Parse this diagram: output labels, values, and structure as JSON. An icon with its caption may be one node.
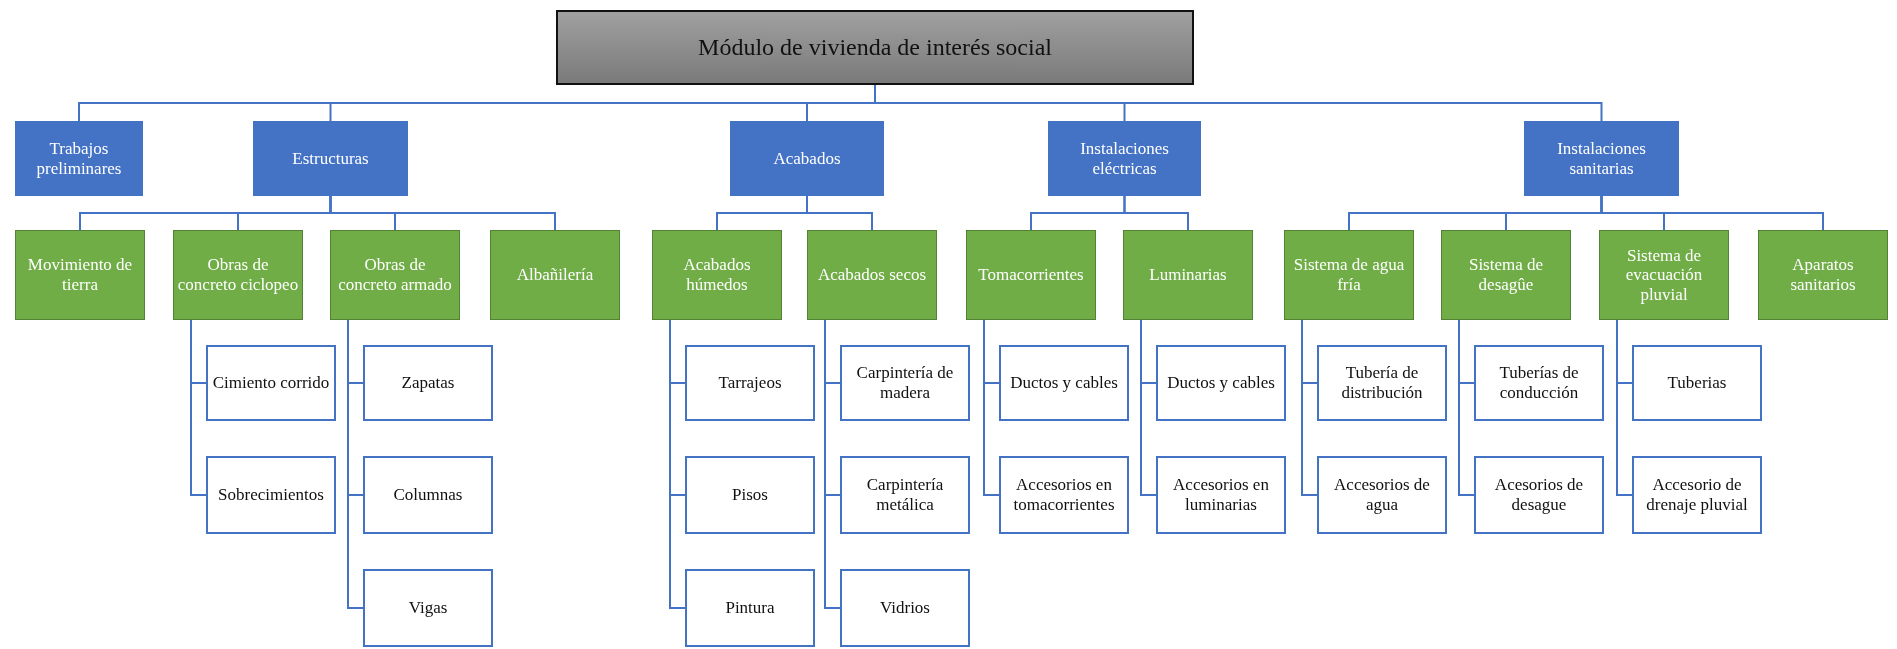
{
  "diagram": {
    "nodes": [
      {
        "text": [
          "Módulo de vivienda de interés social"
        ]
      },
      {
        "text": [
          "Trabajos preliminares"
        ]
      },
      {
        "text": [
          "Estructuras"
        ]
      },
      {
        "text": [
          "Acabados"
        ]
      },
      {
        "text": [
          "Instalaciones eléctricas"
        ]
      },
      {
        "text": [
          "Instalaciones sanitarias"
        ]
      },
      {
        "text": [
          "Movimiento de tierra"
        ]
      },
      {
        "text": [
          "Obras de concreto ciclopeo"
        ]
      },
      {
        "text": [
          "Obras de concreto armado"
        ]
      },
      {
        "text": [
          "Albañilería"
        ]
      },
      {
        "text": [
          "Acabados húmedos"
        ]
      },
      {
        "text": [
          "Acabados secos"
        ]
      },
      {
        "text": [
          "Tomacorrientes"
        ]
      },
      {
        "text": [
          "Luminarias"
        ]
      },
      {
        "text": [
          "Sistema de agua fría"
        ]
      },
      {
        "text": [
          "Sistema de desagûe"
        ]
      },
      {
        "text": [
          "Sistema de evacuación pluvial"
        ]
      },
      {
        "text": [
          "Aparatos sanitarios"
        ]
      },
      {
        "text": [
          "Cimiento corrido"
        ]
      },
      {
        "text": [
          "Sobrecimientos"
        ]
      },
      {
        "text": [
          "Zapatas"
        ]
      },
      {
        "text": [
          "Columnas"
        ]
      },
      {
        "text": [
          "Vigas"
        ]
      },
      {
        "text": [
          "Tarrajeos"
        ]
      },
      {
        "text": [
          "Pisos"
        ]
      },
      {
        "text": [
          "Pintura"
        ]
      },
      {
        "text": [
          "Carpintería de madera"
        ]
      },
      {
        "text": [
          "Carpintería metálica"
        ]
      },
      {
        "text": [
          "Vidrios"
        ]
      },
      {
        "text": [
          "Ductos y cables"
        ]
      },
      {
        "text": [
          "Accesorios en tomacorrientes"
        ]
      },
      {
        "text": [
          "Ductos y cables"
        ]
      },
      {
        "text": [
          "Accesorios en luminarias"
        ]
      },
      {
        "text": [
          "Tubería de distribución"
        ]
      },
      {
        "text": [
          "Accesorios de agua"
        ]
      },
      {
        "text": [
          "Tuberías de conducción"
        ]
      },
      {
        "text": [
          "Acesorios de desague"
        ]
      },
      {
        "text": [
          "Tuberias"
        ]
      },
      {
        "text": [
          "Accesorio de drenaje pluvial"
        ]
      }
    ],
    "edges": [
      {
        "from": 0,
        "to": 1,
        "arrow": "none"
      },
      {
        "from": 0,
        "to": 2,
        "arrow": "none"
      },
      {
        "from": 0,
        "to": 3,
        "arrow": "none"
      },
      {
        "from": 0,
        "to": 4,
        "arrow": "none"
      },
      {
        "from": 0,
        "to": 5,
        "arrow": "none"
      },
      {
        "from": 2,
        "to": 6,
        "arrow": "none"
      },
      {
        "from": 2,
        "to": 7,
        "arrow": "none"
      },
      {
        "from": 2,
        "to": 8,
        "arrow": "none"
      },
      {
        "from": 2,
        "to": 9,
        "arrow": "none"
      },
      {
        "from": 3,
        "to": 10,
        "arrow": "none"
      },
      {
        "from": 3,
        "to": 11,
        "arrow": "none"
      },
      {
        "from": 4,
        "to": 12,
        "arrow": "none"
      },
      {
        "from": 4,
        "to": 13,
        "arrow": "none"
      },
      {
        "from": 5,
        "to": 14,
        "arrow": "none"
      },
      {
        "from": 5,
        "to": 15,
        "arrow": "none"
      },
      {
        "from": 5,
        "to": 16,
        "arrow": "none"
      },
      {
        "from": 5,
        "to": 17,
        "arrow": "none"
      },
      {
        "from": 7,
        "to": 18,
        "arrow": "none"
      },
      {
        "from": 7,
        "to": 19,
        "arrow": "none"
      },
      {
        "from": 8,
        "to": 20,
        "arrow": "none"
      },
      {
        "from": 8,
        "to": 21,
        "arrow": "none"
      },
      {
        "from": 8,
        "to": 22,
        "arrow": "none"
      },
      {
        "from": 10,
        "to": 23,
        "arrow": "none"
      },
      {
        "from": 10,
        "to": 24,
        "arrow": "none"
      },
      {
        "from": 10,
        "to": 25,
        "arrow": "none"
      },
      {
        "from": 11,
        "to": 26,
        "arrow": "none"
      },
      {
        "from": 11,
        "to": 27,
        "arrow": "none"
      },
      {
        "from": 11,
        "to": 28,
        "arrow": "none"
      },
      {
        "from": 12,
        "to": 29,
        "arrow": "none"
      },
      {
        "from": 12,
        "to": 30,
        "arrow": "none"
      },
      {
        "from": 13,
        "to": 31,
        "arrow": "none"
      },
      {
        "from": 13,
        "to": 32,
        "arrow": "none"
      },
      {
        "from": 14,
        "to": 33,
        "arrow": "none"
      },
      {
        "from": 14,
        "to": 34,
        "arrow": "none"
      },
      {
        "from": 15,
        "to": 35,
        "arrow": "none"
      },
      {
        "from": 15,
        "to": 36,
        "arrow": "none"
      },
      {
        "from": 16,
        "to": 37,
        "arrow": "none"
      },
      {
        "from": 16,
        "to": 38,
        "arrow": "none"
      }
    ]
  }
}
